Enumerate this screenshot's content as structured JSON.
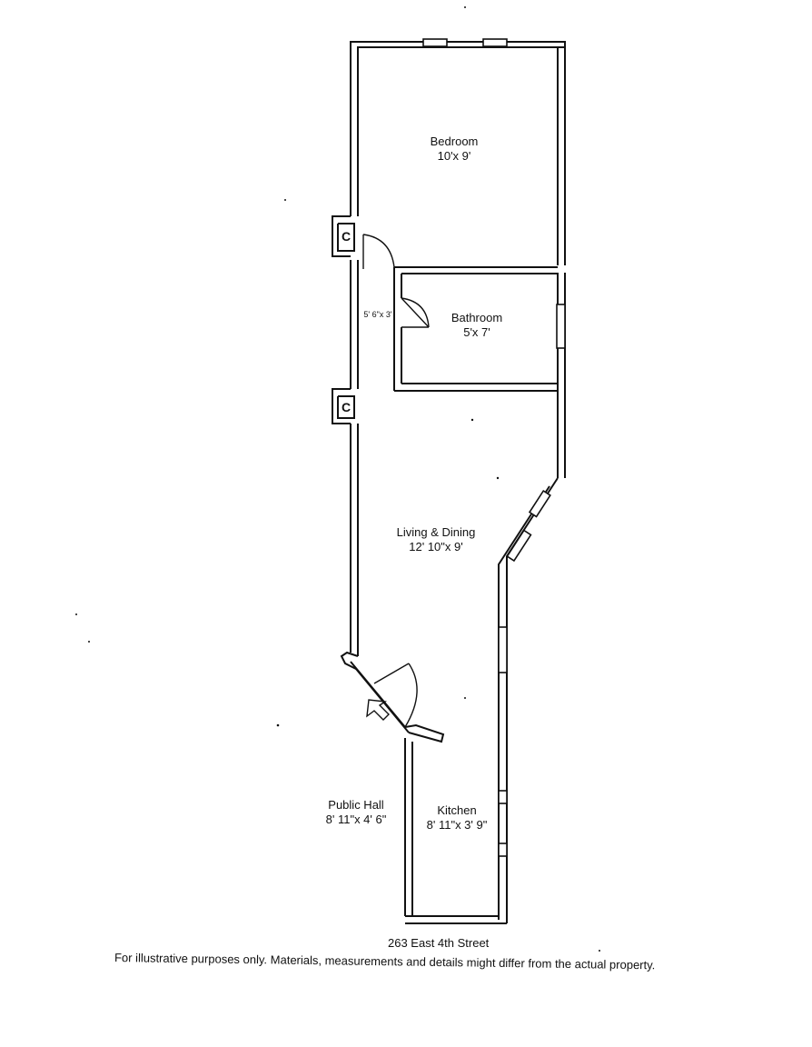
{
  "rooms": {
    "bedroom": {
      "name": "Bedroom",
      "size": "10'x 9'"
    },
    "bathroom": {
      "name": "Bathroom",
      "size": "5'x 7'"
    },
    "hallway": {
      "size": "5' 6\"x 3'"
    },
    "living": {
      "name": "Living & Dining",
      "size": "12' 10\"x 9'"
    },
    "public_hall": {
      "name": "Public Hall",
      "size": "8' 11\"x 4' 6\""
    },
    "kitchen": {
      "name": "Kitchen",
      "size": "8' 11\"x 3' 9\""
    }
  },
  "closets": {
    "upper": "C",
    "lower": "C"
  },
  "footer": {
    "address": "263 East 4th Street",
    "disclaimer": "For illustrative purposes only.  Materials, measurements and details might differ from the actual property."
  }
}
